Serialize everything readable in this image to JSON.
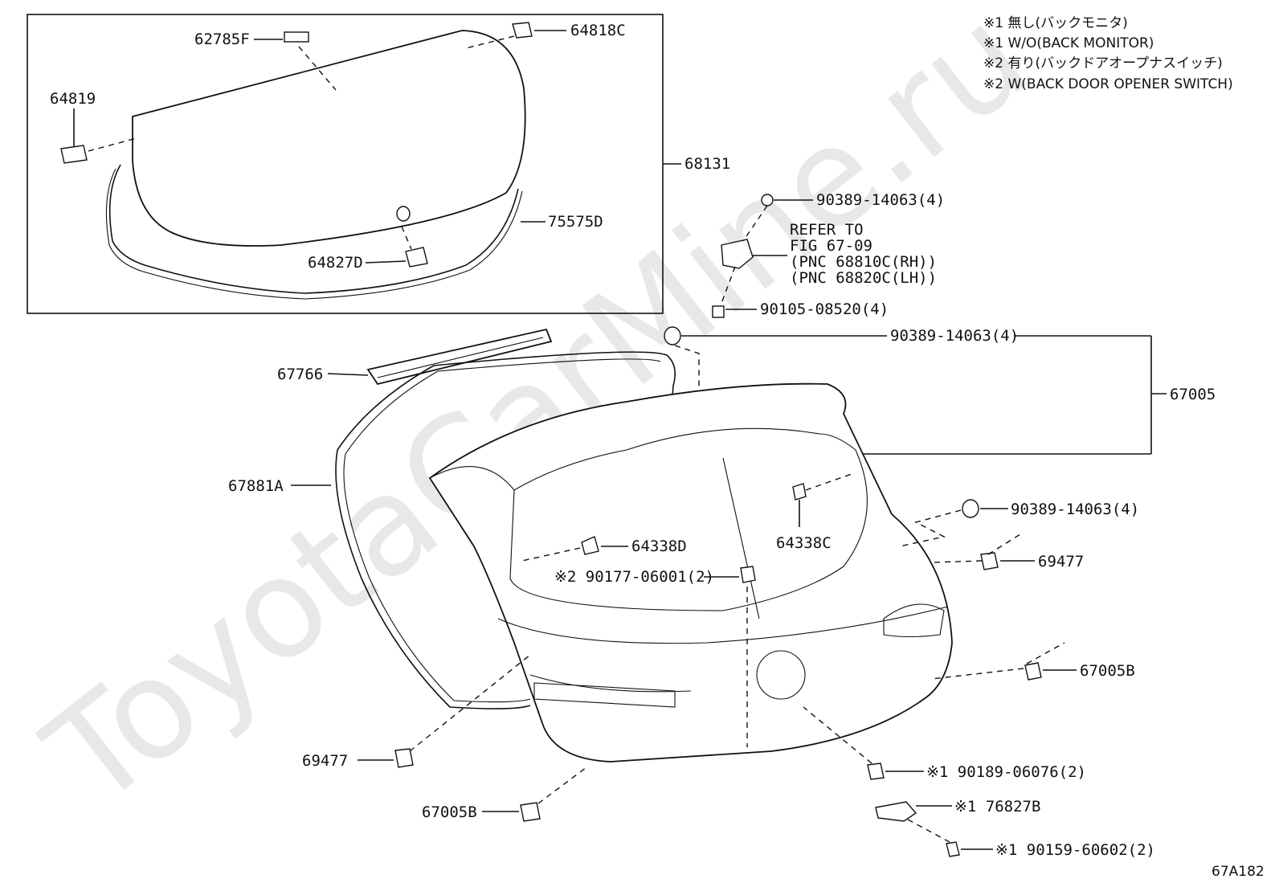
{
  "watermark": "ToyotaCarMine.ru",
  "notes": [
    "※1  無し(バックモニタ)",
    "※1  W/O(BACK MONITOR)",
    "※2  有り(バックドアオープナスイッチ)",
    "※2  W(BACK DOOR OPENER SWITCH)"
  ],
  "parts": {
    "p62785F": "62785F",
    "p64818C": "64818C",
    "p64819": "64819",
    "p68131": "68131",
    "p75575D": "75575D",
    "p64827D": "64827D",
    "p90389a": "90389-14063(4)",
    "p90105": "90105-08520(4)",
    "p90389b": "90389-14063(4)",
    "p67005": "67005",
    "p67766": "67766",
    "p67881A": "67881A",
    "p90389c": "90389-14063(4)",
    "p64338D": "64338D",
    "p64338C": "64338C",
    "p69477r": "69477",
    "p90177": "※2 90177-06001(2)",
    "p67005Br": "67005B",
    "p90189": "※1 90189-06076(2)",
    "p76827B": "※1 76827B",
    "p90159": "※1 90159-60602(2)",
    "p69477l": "69477",
    "p67005Bl": "67005B"
  },
  "refer": [
    "REFER TO",
    "FIG 67-09",
    "(PNC 68810C(RH))",
    "(PNC 68820C(LH))"
  ],
  "figure_id": "67A182"
}
